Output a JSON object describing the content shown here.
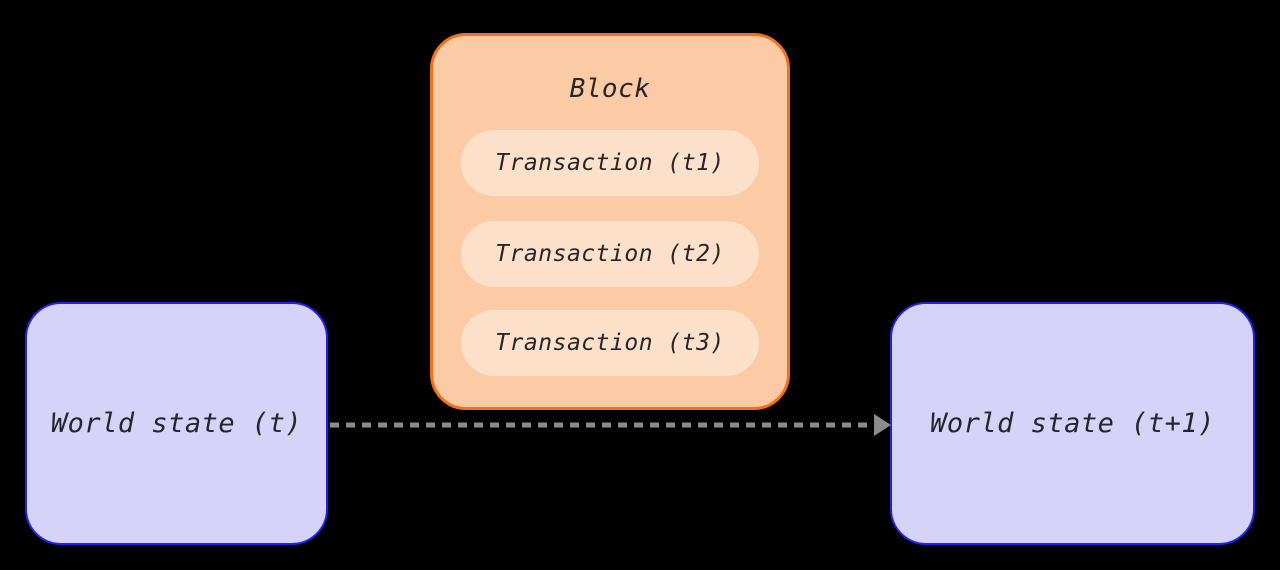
{
  "diagram": {
    "block": {
      "title": "Block",
      "transactions": [
        {
          "label": "Transaction (t1)"
        },
        {
          "label": "Transaction (t2)"
        },
        {
          "label": "Transaction (t3)"
        }
      ]
    },
    "world_state_left": {
      "label": "World state (t)"
    },
    "world_state_right": {
      "label": "World state (t+1)"
    },
    "arrow": {
      "from": "world_state_left",
      "to": "world_state_right",
      "style": "dashed"
    },
    "colors": {
      "background": "#000000",
      "block_fill": "#FCCBA6",
      "block_border": "#F4711C",
      "transaction_fill": "#FDE0CA",
      "state_fill": "#D6D3F8",
      "state_border": "#2222EE",
      "arrow": "#8C8C8C",
      "text": "#26262A"
    }
  }
}
